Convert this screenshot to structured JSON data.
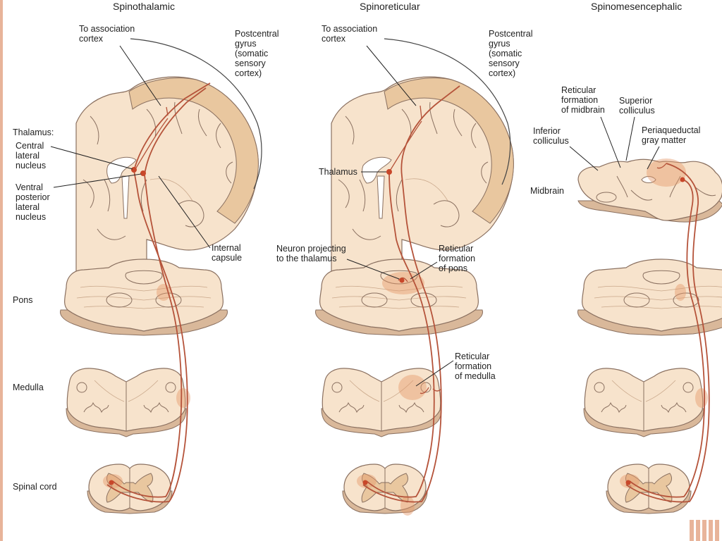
{
  "panels": {
    "spinothalamic": {
      "title": "Spinothalamic",
      "to_association": [
        "To association",
        "cortex"
      ],
      "postcentral": [
        "Postcentral",
        "gyrus",
        "(somatic",
        "sensory",
        "cortex)"
      ],
      "thalamus_heading": "Thalamus:",
      "central_lateral": [
        "Central",
        "lateral",
        "nucleus"
      ],
      "ventral_posterior": [
        "Ventral",
        "posterior",
        "lateral",
        "nucleus"
      ],
      "internal_capsule": [
        "Internal",
        "capsule"
      ],
      "pons": "Pons",
      "medulla": "Medulla",
      "spinal_cord": "Spinal cord"
    },
    "spinoreticular": {
      "title": "Spinoreticular",
      "to_association": [
        "To association",
        "cortex"
      ],
      "postcentral": [
        "Postcentral",
        "gyrus",
        "(somatic",
        "sensory",
        "cortex)"
      ],
      "thalamus": "Thalamus",
      "neuron_projecting": [
        "Neuron projecting",
        "to the thalamus"
      ],
      "reticular_pons": [
        "Reticular",
        "formation",
        "of pons"
      ],
      "reticular_medulla": [
        "Reticular",
        "formation",
        "of medulla"
      ]
    },
    "spinomesencephalic": {
      "title": "Spinomesencephalic",
      "reticular_midbrain": [
        "Reticular",
        "formation",
        "of midbrain"
      ],
      "superior_colliculus": [
        "Superior",
        "colliculus"
      ],
      "inferior_colliculus": [
        "Inferior",
        "colliculus"
      ],
      "periaqueductal": [
        "Periaqueductal",
        "gray matter"
      ],
      "midbrain": "Midbrain"
    }
  },
  "colors": {
    "tissue": "#f7e3cc",
    "gray_matter": "#e9c79f",
    "tract": "#b5533a",
    "highlight": "#e49a6a",
    "slide_accent": "#e8b49a"
  }
}
